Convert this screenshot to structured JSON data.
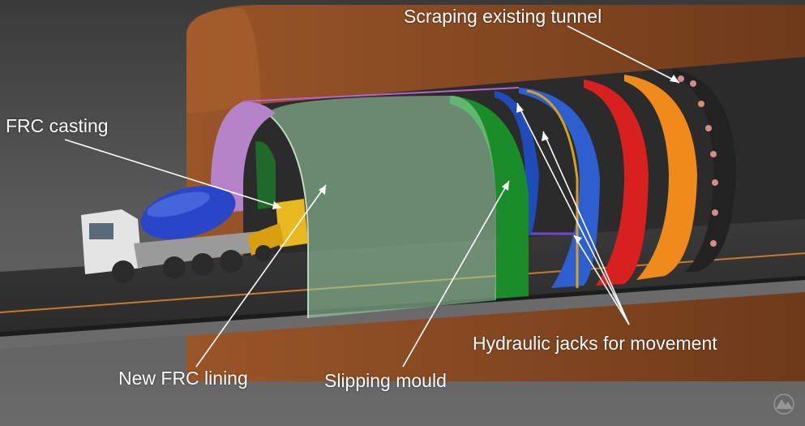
{
  "labels": {
    "scraping": "Scraping existing tunnel",
    "frc_casting": "FRC casting",
    "hydraulic": "Hydraulic jacks for movement",
    "new_frc_lining": "New FRC lining",
    "slipping_mould": "Slipping mould"
  },
  "colors": {
    "rock": "#8a4a22",
    "frc_lining": "#9fd8a8",
    "mould": "#1a8c2a",
    "jacks_frame": "#2e5fd0",
    "red_ring": "#d8201f",
    "orange_ring": "#f08a1a",
    "cutter_head": "#222222",
    "mixer_drum": "#2846c8",
    "loader": "#e8b820"
  },
  "icons": {
    "watermark": "mountain-logo-icon"
  }
}
